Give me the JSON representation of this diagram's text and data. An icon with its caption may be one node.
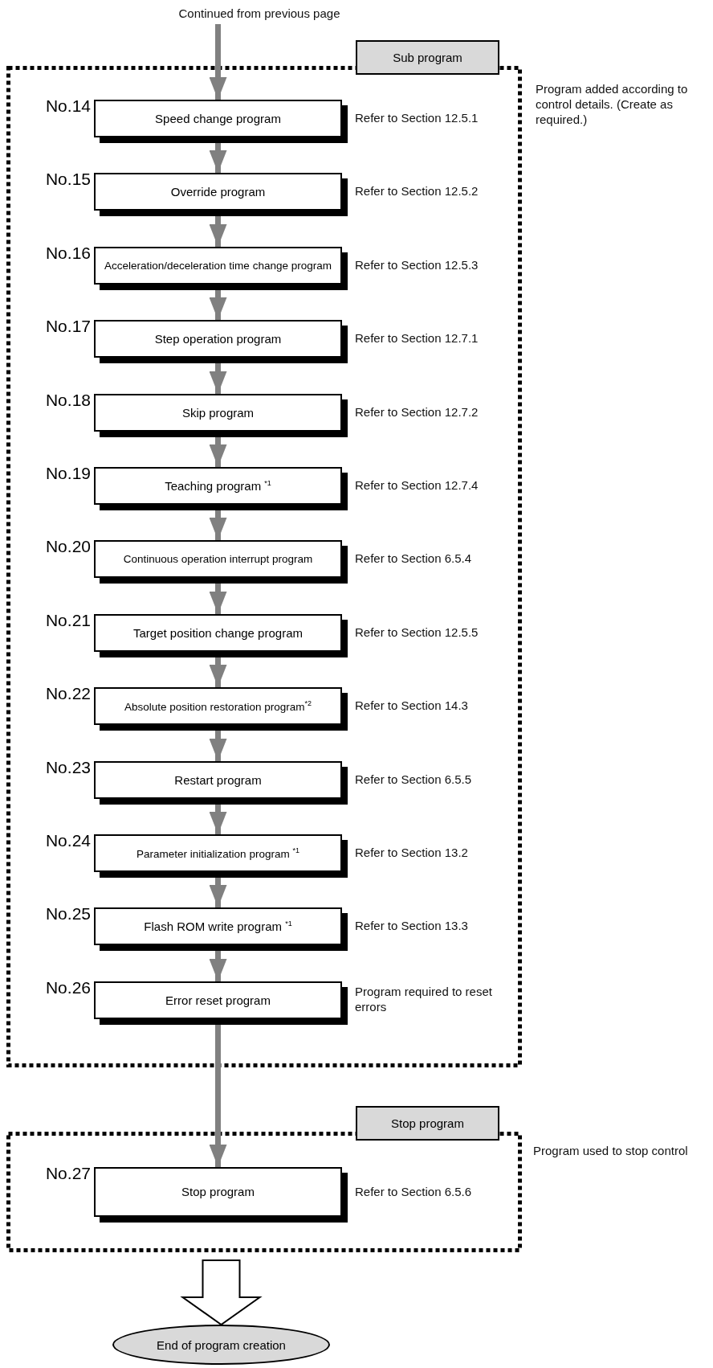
{
  "diagram": {
    "nodes": [
      {
        "text": [
          "Continued from previous page"
        ]
      },
      {
        "text": [
          "Sub program"
        ],
        "beside": [
          "Program added according to control details. (Create as required.)"
        ]
      },
      {
        "text": [
          "Speed change program"
        ],
        "in": 1,
        "beside": [
          "No.14",
          "Refer to Section 12.5.1"
        ]
      },
      {
        "text": [
          "Override program"
        ],
        "in": 1,
        "beside": [
          "No.15",
          "Refer to Section 12.5.2"
        ]
      },
      {
        "text": [
          "Acceleration/deceleration time change program"
        ],
        "in": 1,
        "beside": [
          "No.16",
          "Refer to Section 12.5.3"
        ]
      },
      {
        "text": [
          "Step operation program"
        ],
        "in": 1,
        "beside": [
          "No.17",
          "Refer to Section 12.7.1"
        ]
      },
      {
        "text": [
          "Skip program"
        ],
        "in": 1,
        "beside": [
          "No.18",
          "Refer to Section 12.7.2"
        ]
      },
      {
        "text": [
          "Teaching program $^{*1}$"
        ],
        "in": 1,
        "beside": [
          "No.19",
          "Refer to Section 12.7.4"
        ]
      },
      {
        "text": [
          "Continuous operation interrupt program"
        ],
        "in": 1,
        "beside": [
          "No.20",
          "Refer to Section 6.5.4"
        ]
      },
      {
        "text": [
          "Target position change program"
        ],
        "in": 1,
        "beside": [
          "No.21",
          "Refer to Section 12.5.5"
        ]
      },
      {
        "text": [
          "Absolute position restoration program$^{*2}$"
        ],
        "in": 1,
        "beside": [
          "No.22",
          "Refer to Section 14.3"
        ]
      },
      {
        "text": [
          "Restart program"
        ],
        "in": 1,
        "beside": [
          "No.23",
          "Refer to Section 6.5.5"
        ]
      },
      {
        "text": [
          "Parameter initialization program $^{*1}$"
        ],
        "in": 1,
        "beside": [
          "No.24",
          "Refer to Section 13.2"
        ]
      },
      {
        "text": [
          "Flash ROM write program $^{*1}$"
        ],
        "in": 1,
        "beside": [
          "No.25",
          "Refer to Section 13.3"
        ]
      },
      {
        "text": [
          "Error reset program"
        ],
        "in": 1,
        "beside": [
          "No.26",
          "Program required to reset errors"
        ]
      },
      {
        "text": [
          "Stop program"
        ],
        "beside": [
          "Program used to stop control"
        ]
      },
      {
        "text": [
          "Stop program"
        ],
        "in": 15,
        "beside": [
          "No.27",
          "Refer to Section 6.5.6"
        ]
      },
      {
        "text": [
          "End of program creation"
        ]
      }
    ],
    "edges": [
      {
        "from": 0,
        "to": 2,
        "arrow": "to"
      },
      {
        "from": 2,
        "to": 3,
        "arrow": "to"
      },
      {
        "from": 3,
        "to": 4,
        "arrow": "to"
      },
      {
        "from": 4,
        "to": 5,
        "arrow": "to"
      },
      {
        "from": 5,
        "to": 6,
        "arrow": "to"
      },
      {
        "from": 6,
        "to": 7,
        "arrow": "to"
      },
      {
        "from": 7,
        "to": 8,
        "arrow": "to"
      },
      {
        "from": 8,
        "to": 9,
        "arrow": "to"
      },
      {
        "from": 9,
        "to": 10,
        "arrow": "to"
      },
      {
        "from": 10,
        "to": 11,
        "arrow": "to"
      },
      {
        "from": 11,
        "to": 12,
        "arrow": "to"
      },
      {
        "from": 12,
        "to": 13,
        "arrow": "to"
      },
      {
        "from": 13,
        "to": 14,
        "arrow": "to"
      },
      {
        "from": 14,
        "to": 16,
        "arrow": "to"
      },
      {
        "from": 15,
        "to": 17,
        "arrow": "to",
        "style": "thick"
      }
    ]
  }
}
